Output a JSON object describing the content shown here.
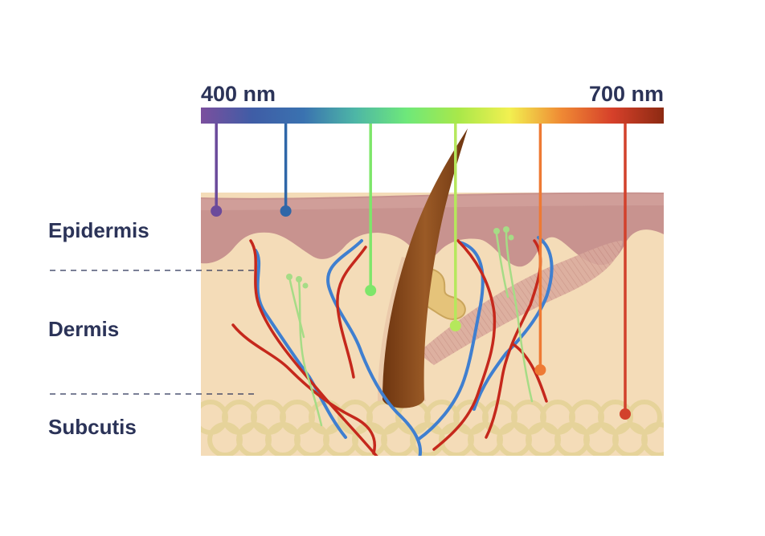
{
  "spectrum": {
    "min_label": "400 nm",
    "max_label": "700 nm",
    "stops": [
      "#7b4f9e",
      "#3f5da6",
      "#3a72b0",
      "#4db6a6",
      "#6ee87a",
      "#a8e84a",
      "#f2f050",
      "#ef8a34",
      "#d6402a",
      "#8c2a12"
    ]
  },
  "layers": [
    {
      "label": "Epidermis"
    },
    {
      "label": "Dermis"
    },
    {
      "label": "Subcutis"
    }
  ],
  "probes": [
    {
      "color": "#6b4a9b",
      "wavelength_nm": 410,
      "reaches": "epidermis"
    },
    {
      "color": "#2f67a8",
      "wavelength_nm": 455,
      "reaches": "epidermis"
    },
    {
      "color": "#7ee66a",
      "wavelength_nm": 510,
      "reaches": "dermis"
    },
    {
      "color": "#b5e85c",
      "wavelength_nm": 565,
      "reaches": "dermis"
    },
    {
      "color": "#ee7a34",
      "wavelength_nm": 620,
      "reaches": "dermis"
    },
    {
      "color": "#d2412c",
      "wavelength_nm": 675,
      "reaches": "subcutis"
    }
  ],
  "colors": {
    "label_text": "#2b3358",
    "epidermis": "#c8938f",
    "dermis": "#f4dcb8",
    "fat_cells": "#e6d39a",
    "artery": "#c5281c",
    "vein": "#3f7fd0",
    "nerve": "#a6dc86",
    "hair": "#8b4a1c"
  }
}
